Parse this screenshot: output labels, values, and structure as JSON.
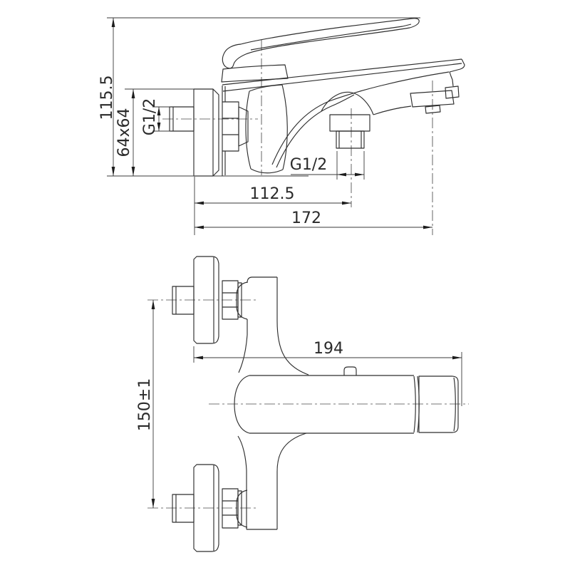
{
  "page": {
    "background": "#ffffff",
    "line_color": "#2e2e2e"
  },
  "side_view": {
    "dim_overall_height": "115.5",
    "dim_escutcheon": "64x64",
    "dim_inlet_thread": "G1/2",
    "dim_outlet_thread": "G1/2",
    "dim_wall_to_outlet": "112.5",
    "dim_wall_to_spout_tip": "172"
  },
  "front_view": {
    "dim_overall_length": "194",
    "dim_inlet_spacing": "150±1"
  }
}
